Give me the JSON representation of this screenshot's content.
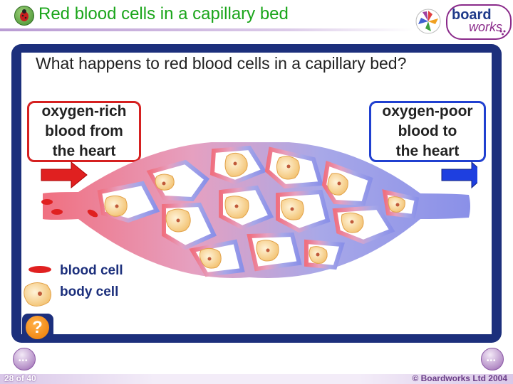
{
  "header": {
    "title": "Red blood cells in a capillary bed",
    "brand_top": "board",
    "brand_bottom": "works"
  },
  "slide": {
    "question": "What happens to red blood cells in a capillary bed?",
    "left_box": [
      "oxygen-rich",
      "blood from",
      "the heart"
    ],
    "right_box": [
      "oxygen-poor",
      "blood to",
      "the heart"
    ]
  },
  "legend": {
    "blood_cell": "blood cell",
    "body_cell": "body cell"
  },
  "help": {
    "label": "?"
  },
  "footer": {
    "slide_number": "28 of 40",
    "copyright": "© Boardworks Ltd 2004"
  },
  "colors": {
    "title_green": "#1aa51a",
    "panel_navy": "#1c2f7c",
    "arrow_red": "#e02020",
    "arrow_blue": "#1e3fe0",
    "help_orange": "#ee7a00",
    "nav_purple": "#b58fc7"
  }
}
